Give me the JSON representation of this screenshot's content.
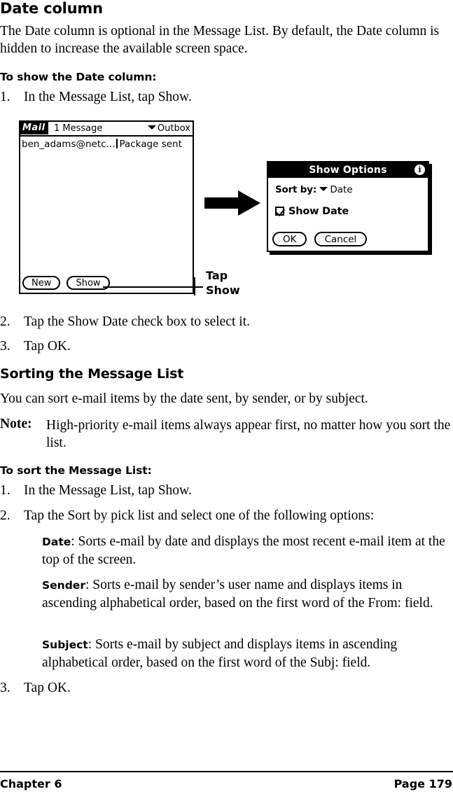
{
  "sections": {
    "heading_main": "Date column",
    "intro": "The Date column is optional in the Message List. By default, the Date column is hidden to increase the available screen space.",
    "proc1_heading": "To show the Date column:",
    "proc1_steps": [
      {
        "num": "1.",
        "text": "In the Message List, tap Show."
      },
      {
        "num": "2.",
        "text": "Tap the Show Date check box to select it."
      },
      {
        "num": "3.",
        "text": "Tap OK."
      }
    ],
    "heading_sorting": "Sorting the Message List",
    "sorting_intro": "You can sort e-mail items by the date sent, by sender, or by subject.",
    "note_label": "Note:",
    "note_text": "High-priority e-mail items always appear first, no matter how you sort the list.",
    "proc2_heading": "To sort the Message List:",
    "proc2_steps": [
      {
        "num": "1.",
        "text": "In the Message List, tap Show."
      },
      {
        "num": "2.",
        "text": "Tap the Sort by pick list and select one of the following options:"
      },
      {
        "num": "3.",
        "text": "Tap OK."
      }
    ],
    "definitions": [
      {
        "term": "Date",
        "text": ": Sorts e-mail by date and displays the most recent e-mail item at the top of the screen."
      },
      {
        "term": "Sender",
        "text": ": Sorts e-mail by sender’s user name and displays items in ascending alphabetical order, based on the first word of the From: field."
      },
      {
        "term": "Subject",
        "text": ": Sorts e-mail by subject and displays items in ascending alphabetical order, based on the first word of the Subj: field."
      }
    ]
  },
  "figure": {
    "caption_line1": "Tap",
    "caption_line2": "Show",
    "palm": {
      "app_badge": "Mail",
      "message_count": "1 Message",
      "folder": "Outbox",
      "folder_icon": "chevron-down-icon",
      "message_from": "ben_adams@netc...",
      "message_subject": "Package sent",
      "buttons": [
        {
          "label": "New"
        },
        {
          "label": "Show"
        }
      ]
    },
    "dialog": {
      "title": "Show Options",
      "info_icon": "info-icon",
      "info_glyph": "i",
      "sort_label": "Sort by:",
      "sort_icon": "chevron-down-icon",
      "sort_value": "Date",
      "checkbox_label": "Show Date",
      "checkbox_checked": true,
      "buttons": [
        {
          "label": "OK"
        },
        {
          "label": "Cancel"
        }
      ]
    },
    "arrow_icon": "arrow-right-icon"
  },
  "footer": {
    "chapter": "Chapter 6",
    "page": "Page 179"
  },
  "colors": {
    "ink": "#000000",
    "paper": "#ffffff"
  }
}
